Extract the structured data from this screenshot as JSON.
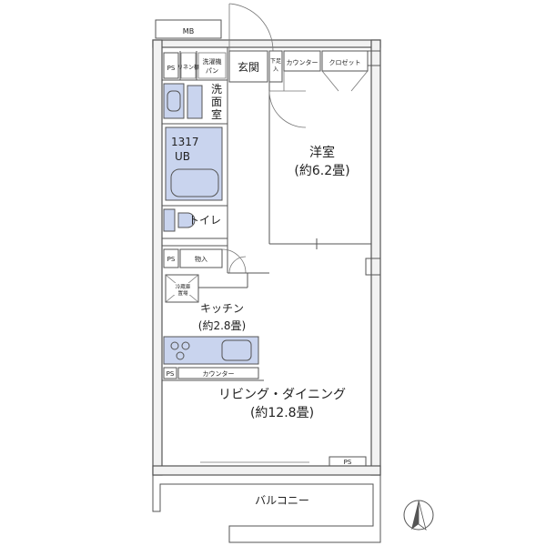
{
  "rooms": {
    "mb": "MB",
    "ps_top": "PS",
    "linen": "リネン棚",
    "washer_line1": "洗濯機",
    "washer_line2": "パン",
    "entrance": "玄関",
    "counter_top": "カウンター",
    "closet": "クロゼット",
    "shoebox_line1": "下足",
    "shoebox_line2": "入",
    "wash_line1": "洗",
    "wash_line2": "面",
    "wash_line3": "室",
    "bath_line1": "1317",
    "bath_line2": "UB",
    "western_line1": "洋室",
    "western_line2": "(約6.2畳)",
    "toilet": "トイレ",
    "ps_mid": "PS",
    "storage": "物入",
    "fridge_line1": "冷蔵庫",
    "fridge_line2": "置場",
    "kitchen_line1": "キッチン",
    "kitchen_line2": "(約2.8畳)",
    "ps_kitchen": "PS",
    "counter_kitchen": "カウンター",
    "living_line1": "リビング・ダイニング",
    "living_line2": "(約12.8畳)",
    "ps_bottom": "PS",
    "balcony": "バルコニー"
  },
  "icons": {
    "north_arrow": "north-arrow-icon"
  },
  "colors": {
    "fixture_fill": "#c9d4ee",
    "wall_fill": "#f2f2f2",
    "line": "#555555"
  }
}
